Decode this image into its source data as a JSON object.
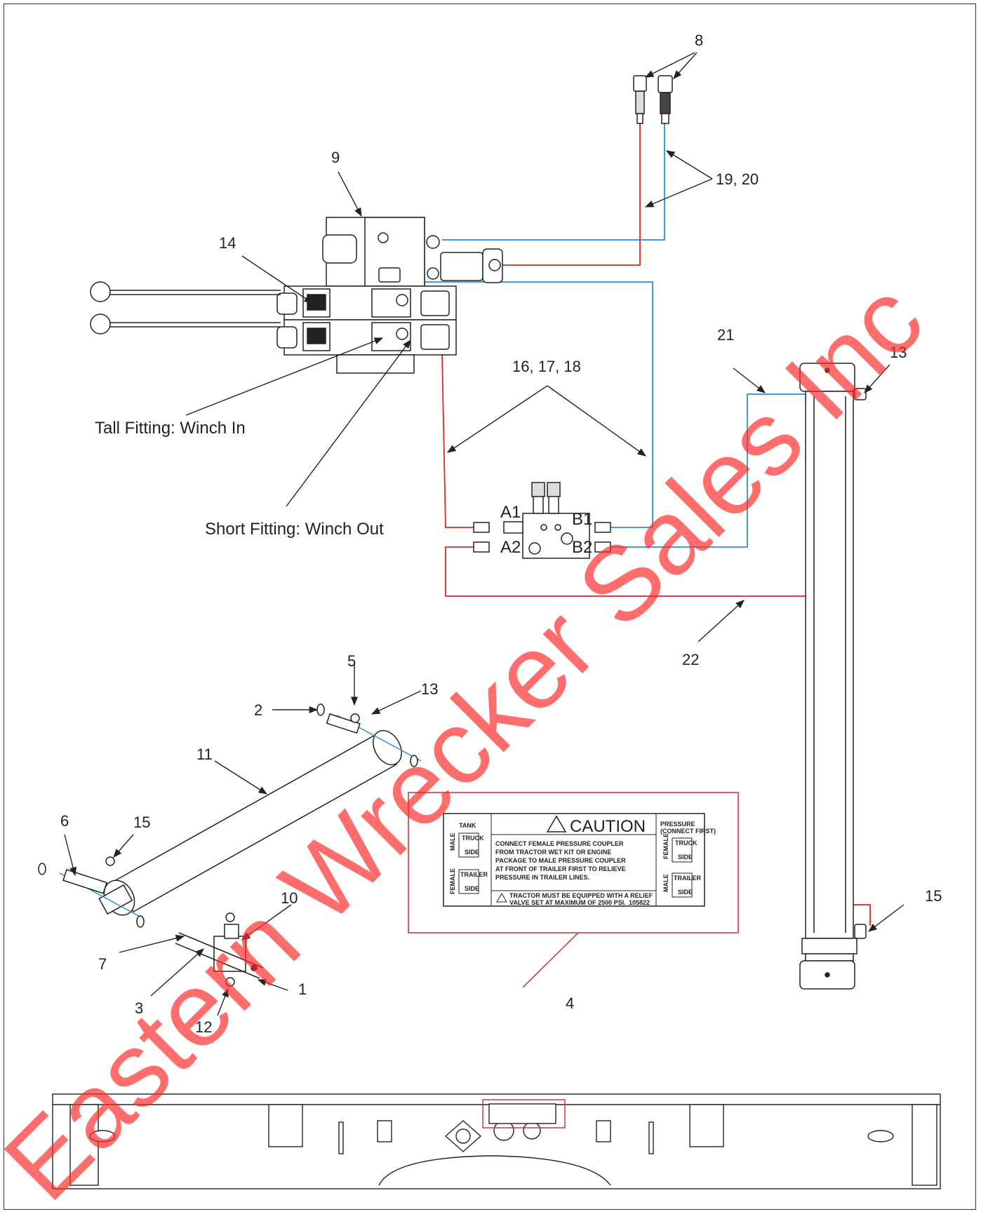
{
  "watermark": "Eastern Wrecker Sales Inc",
  "callouts": {
    "c1": "1",
    "c2": "2",
    "c3": "3",
    "c4": "4",
    "c5": "5",
    "c6": "6",
    "c7": "7",
    "c8": "8",
    "c9": "9",
    "c10": "10",
    "c11": "11",
    "c12": "12",
    "c13a": "13",
    "c13b": "13",
    "c14": "14",
    "c15a": "15",
    "c15b": "15",
    "c16": "16, 17, 18",
    "c19": "19, 20",
    "c21": "21",
    "c22": "22"
  },
  "side_labels": {
    "tall": "Tall Fitting: Winch In",
    "short": "Short Fitting: Winch Out"
  },
  "ports": {
    "a1": "A1",
    "a2": "A2",
    "b1": "B1",
    "b2": "B2"
  },
  "decal": {
    "tank": "TANK",
    "male": "MALE",
    "female": "FEMALE",
    "truck": "TRUCK",
    "trailer": "TRAILER",
    "side": "SIDE",
    "caution": "CAUTION",
    "pressure": "PRESSURE",
    "connect_first": "(CONNECT FIRST)",
    "line1": "CONNECT FEMALE PRESSURE COUPLER",
    "line2": "FROM TRACTOR WET KIT OR ENGINE",
    "line3": "PACKAGE TO MALE PRESSURE COUPLER",
    "line4": "AT FRONT OF TRAILER FIRST TO RELIEVE",
    "line5": "PRESSURE IN TRAILER LINES.",
    "warn1": "TRACTOR MUST BE EQUIPPED WITH A RELIEF",
    "warn2": "VALVE SET AT MAXIMUM OF 2500 PSI.",
    "part_no": "105822"
  },
  "colors": {
    "red_line": "#e0262a",
    "blue_line": "#2f8fd6",
    "outline": "#222222",
    "watermark": "#ff2020"
  },
  "icons": [
    "arrow-icon",
    "caution-triangle-icon"
  ]
}
